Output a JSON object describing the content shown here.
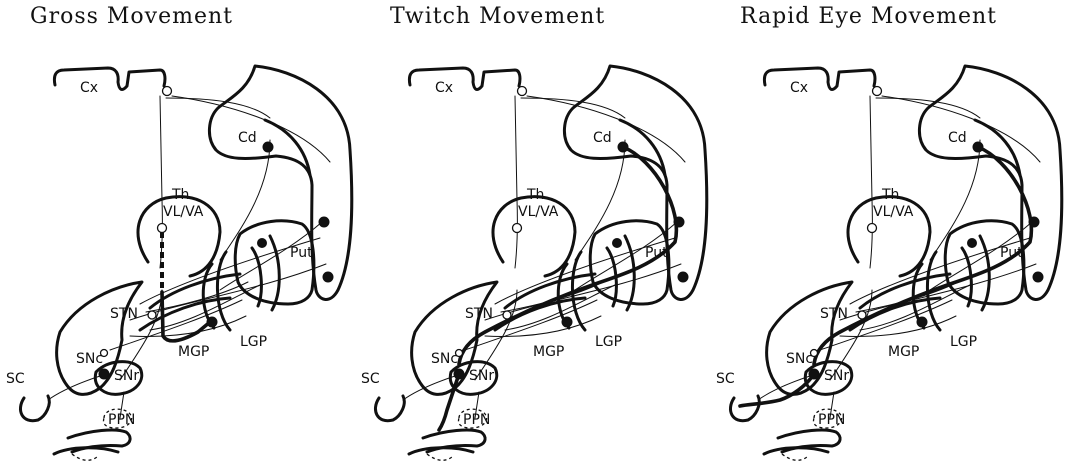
{
  "panels": [
    {
      "title": "Gross Movement",
      "labels": {
        "cx": "Cx",
        "cd": "Cd",
        "th": "Th",
        "vlva": "VL/VA",
        "put": "Put",
        "stn": "STN",
        "lgp": "LGP",
        "mgp": "MGP",
        "snc": "SNc",
        "snr": "SNr",
        "sc": "SC",
        "ppn": "PPN"
      }
    },
    {
      "title": "Twitch Movement",
      "labels": {
        "cx": "Cx",
        "cd": "Cd",
        "th": "Th",
        "vlva": "VL/VA",
        "put": "Put",
        "stn": "STN",
        "lgp": "LGP",
        "mgp": "MGP",
        "snc": "SNc",
        "snr": "SNr",
        "sc": "SC",
        "ppn": "PPN"
      }
    },
    {
      "title": "Rapid Eye Movement",
      "labels": {
        "cx": "Cx",
        "cd": "Cd",
        "th": "Th",
        "vlva": "VL/VA",
        "put": "Put",
        "stn": "STN",
        "lgp": "LGP",
        "mgp": "MGP",
        "snc": "SNc",
        "snr": "SNr",
        "sc": "SC",
        "ppn": "PPN"
      }
    }
  ]
}
